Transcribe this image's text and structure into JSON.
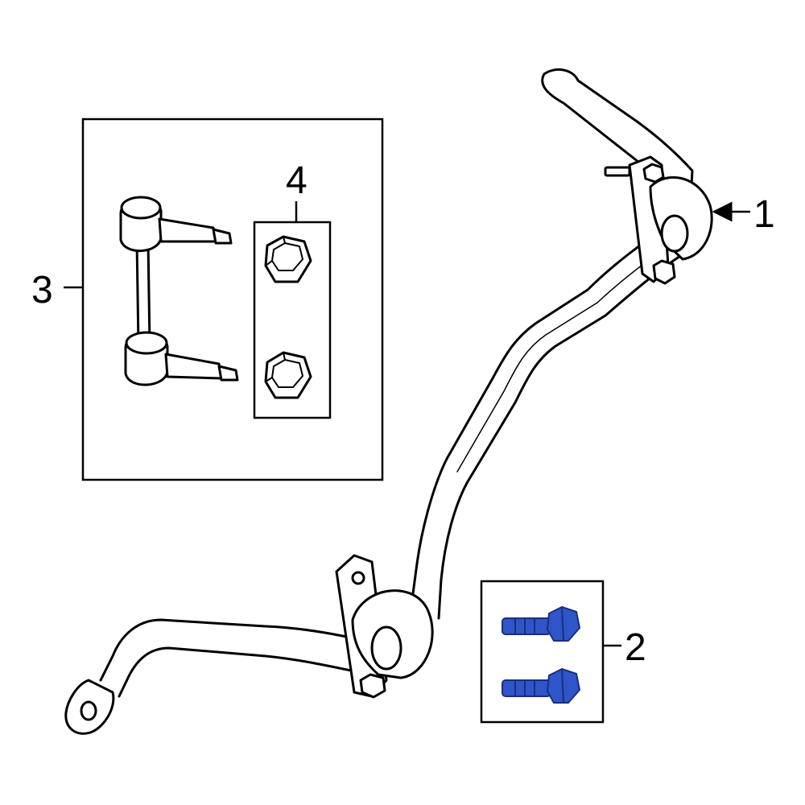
{
  "callouts": {
    "part_1": "1",
    "part_2": "2",
    "part_3": "3",
    "part_4": "4"
  },
  "colors": {
    "line": "#000000",
    "background": "#ffffff",
    "highlight": "#2f55c8",
    "highlight_outline": "#1a2f80"
  },
  "highlighted_part": "2"
}
